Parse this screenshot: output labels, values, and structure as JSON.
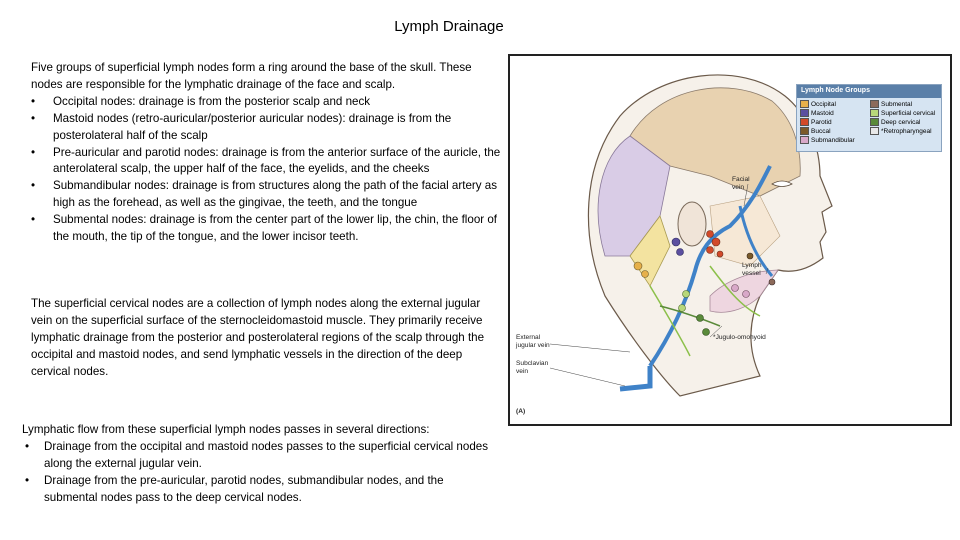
{
  "title": "Lymph Drainage",
  "intro": {
    "lead": "Five groups of superficial lymph nodes form a ring around the base of the skull. These nodes are responsible for the lymphatic drainage of the face and scalp.",
    "bullets": [
      "Occipital nodes: drainage is from the posterior scalp and neck",
      "Mastoid nodes (retro-auricular/posterior auricular nodes): drainage is from the posterolateral half of the scalp",
      "Pre-auricular and parotid nodes: drainage is from the anterior surface of the auricle, the anterolateral scalp, the upper half of the face, the eyelids, and the cheeks",
      "Submandibular nodes: drainage is from structures along the path of the facial artery as high as the forehead, as well as the gingivae, the teeth, and the tongue",
      "Submental nodes: drainage is from the center part of the lower lip, the chin, the floor of the mouth, the tip of the tongue, and the lower incisor teeth."
    ]
  },
  "cervical_paragraph": "The superficial cervical nodes are a collection of lymph nodes along the external jugular vein on the superficial surface of the sternocleidomastoid muscle. They primarily receive lymphatic drainage from the posterior and posterolateral regions of the scalp through the occipital and mastoid nodes, and send lymphatic vessels in the direction of the deep cervical nodes.",
  "flow": {
    "lead": "Lymphatic flow from these superficial lymph nodes passes in several directions:",
    "bullets": [
      "Drainage from the occipital and mastoid nodes passes to the superficial cervical nodes along the external jugular vein.",
      "Drainage from the pre-auricular, parotid nodes, submandibular nodes, and the submental nodes pass to the deep cervical nodes."
    ]
  },
  "figure": {
    "legend_title": "Lymph Node Groups",
    "legend_items": [
      {
        "label": "Occipital",
        "color": "#e6b04a"
      },
      {
        "label": "Submental",
        "color": "#8c6a5a"
      },
      {
        "label": "Mastoid",
        "color": "#5b4fa0"
      },
      {
        "label": "Superficial cervical",
        "color": "#b7d77a"
      },
      {
        "label": "Parotid",
        "color": "#d24a2a"
      },
      {
        "label": "Deep cervical",
        "color": "#5a8a3a"
      },
      {
        "label": "Buccal",
        "color": "#7a5a2a"
      },
      {
        "label": "*Retropharyngeal",
        "color": "#e8e8e8"
      },
      {
        "label": "Submandibular",
        "color": "#d8a8c8"
      }
    ],
    "labels": {
      "facial_vein": "Facial\nvein",
      "lymph_vessel": "Lymph\nvessel",
      "external_jugular": "External\njugular vein",
      "jugulo_omohyoid": "*Jugulo-omohyoid",
      "subclavian": "Subclavian\nvein",
      "panel": "(A)"
    }
  }
}
